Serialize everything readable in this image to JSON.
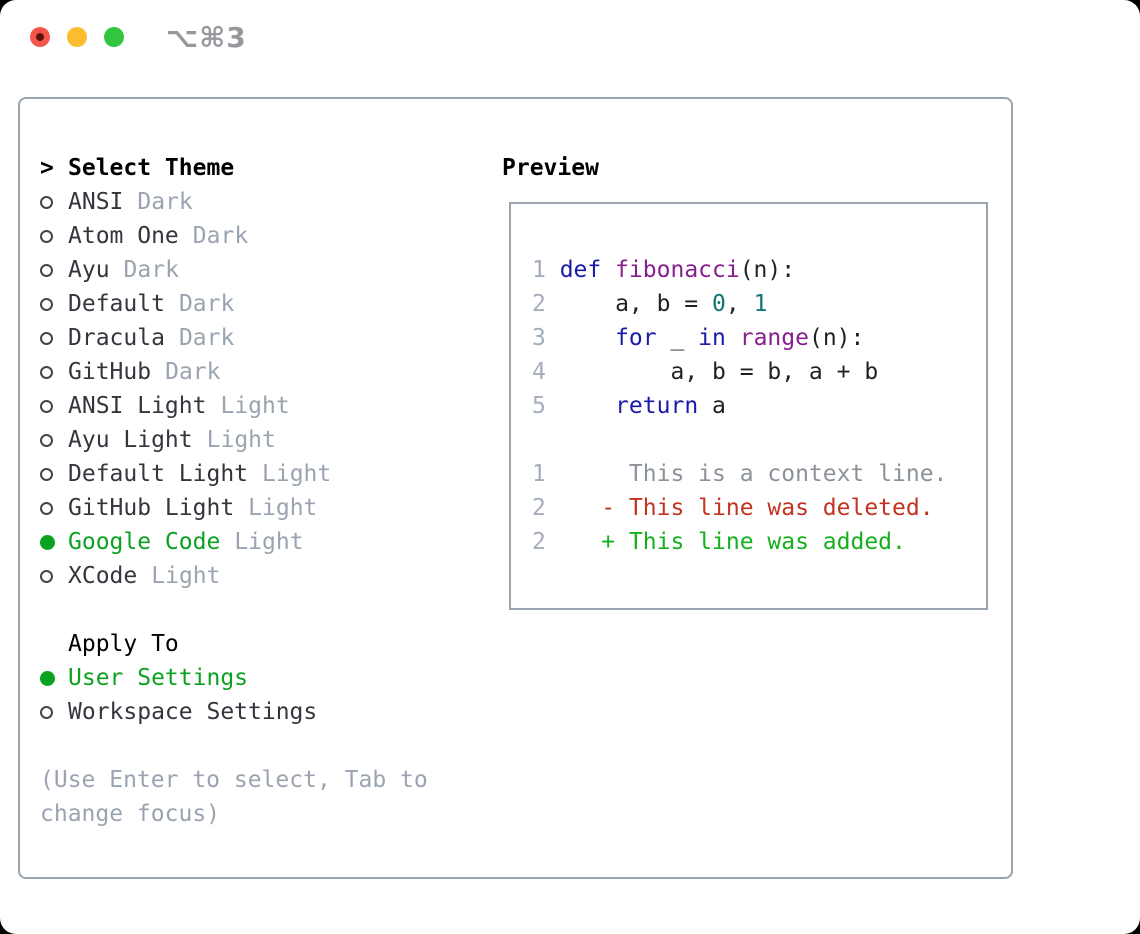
{
  "titlebar": {
    "title": "⌥⌘3"
  },
  "theme_selector": {
    "header": {
      "marker": ">",
      "label": "Select Theme"
    },
    "items": [
      {
        "name": "ANSI",
        "variant": "Dark",
        "selected": false
      },
      {
        "name": "Atom One",
        "variant": "Dark",
        "selected": false
      },
      {
        "name": "Ayu",
        "variant": "Dark",
        "selected": false
      },
      {
        "name": "Default",
        "variant": "Dark",
        "selected": false
      },
      {
        "name": "Dracula",
        "variant": "Dark",
        "selected": false
      },
      {
        "name": "GitHub",
        "variant": "Dark",
        "selected": false
      },
      {
        "name": "ANSI Light",
        "variant": "Light",
        "selected": false
      },
      {
        "name": "Ayu Light",
        "variant": "Light",
        "selected": false
      },
      {
        "name": "Default Light",
        "variant": "Light",
        "selected": false
      },
      {
        "name": "GitHub Light",
        "variant": "Light",
        "selected": false
      },
      {
        "name": "Google Code",
        "variant": "Light",
        "selected": true
      },
      {
        "name": "XCode",
        "variant": "Light",
        "selected": false
      }
    ],
    "apply_to": {
      "label": "Apply To",
      "options": [
        {
          "name": "User Settings",
          "selected": true
        },
        {
          "name": "Workspace Settings",
          "selected": false
        }
      ]
    },
    "hint_lines": [
      "(Use Enter to select, Tab to",
      "change focus)"
    ]
  },
  "preview": {
    "label": "Preview",
    "code_lines": [
      {
        "num": "1",
        "tokens": [
          {
            "text": "def ",
            "color": "keyword"
          },
          {
            "text": "fibonacci",
            "color": "title"
          },
          {
            "text": "(n):",
            "color": "plain"
          }
        ]
      },
      {
        "num": "2",
        "tokens": [
          {
            "text": "    a, b = ",
            "color": "plain"
          },
          {
            "text": "0",
            "color": "number"
          },
          {
            "text": ", ",
            "color": "plain"
          },
          {
            "text": "1",
            "color": "number"
          }
        ]
      },
      {
        "num": "3",
        "tokens": [
          {
            "text": "    ",
            "color": "plain"
          },
          {
            "text": "for",
            "color": "keyword"
          },
          {
            "text": " _ ",
            "color": "plain"
          },
          {
            "text": "in",
            "color": "keyword"
          },
          {
            "text": " ",
            "color": "plain"
          },
          {
            "text": "range",
            "color": "title"
          },
          {
            "text": "(n):",
            "color": "plain"
          }
        ]
      },
      {
        "num": "4",
        "tokens": [
          {
            "text": "        a, b = b, a + b",
            "color": "plain"
          }
        ]
      },
      {
        "num": "5",
        "tokens": [
          {
            "text": "    ",
            "color": "plain"
          },
          {
            "text": "return",
            "color": "keyword"
          },
          {
            "text": " a",
            "color": "plain"
          }
        ]
      },
      {
        "num": "",
        "tokens": []
      },
      {
        "num": "1",
        "tokens": [
          {
            "text": "     This is a context line.",
            "color": "context"
          }
        ]
      },
      {
        "num": "2",
        "tokens": [
          {
            "text": "   - This line was deleted.",
            "color": "deleted"
          }
        ]
      },
      {
        "num": "2",
        "tokens": [
          {
            "text": "   + This line was added.",
            "color": "added"
          }
        ]
      }
    ]
  },
  "colors": {
    "window_bg": "#ffffff",
    "outside_bg": "#000000",
    "border": "#9aa3ae",
    "text": "#33363d",
    "heading": "#000000",
    "muted": "#9aa4b1",
    "selection_green": "#0da122",
    "titlebar_text": "#97979d",
    "traffic_red": "#f4564c",
    "traffic_red_dot": "#5e120b",
    "traffic_yellow": "#fbbd2f",
    "traffic_green": "#33c53e",
    "keyword": "#1a1aa8",
    "title": "#871f8e",
    "number": "#137373",
    "plain": "#1e2126",
    "context": "#8b9299",
    "deleted": "#c23321",
    "added": "#15b01e",
    "linenum": "#a3adbb"
  }
}
